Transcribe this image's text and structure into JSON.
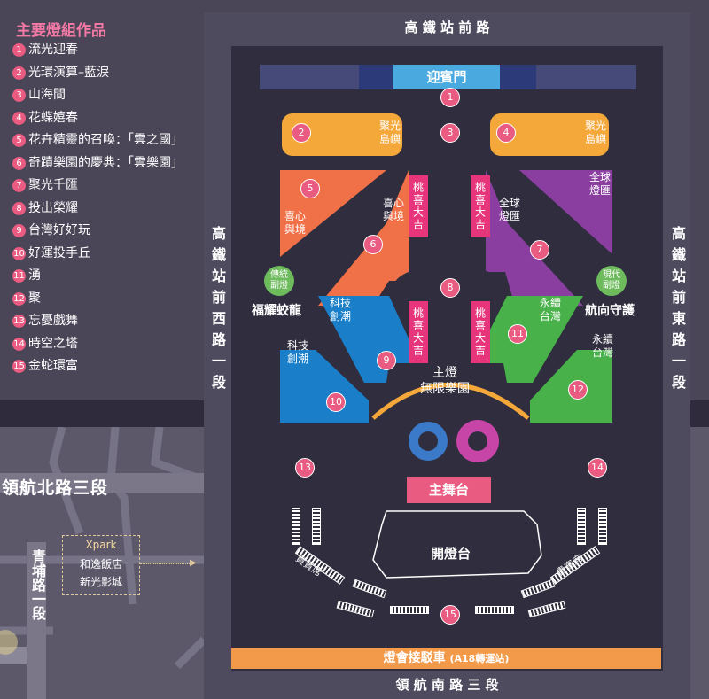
{
  "legend": {
    "title": "主要燈組作品",
    "items": [
      {
        "num": "1",
        "label": "流光迎春"
      },
      {
        "num": "2",
        "label": "光環演算–藍淚"
      },
      {
        "num": "3",
        "label": "山海間"
      },
      {
        "num": "4",
        "label": "花蝶嬉春"
      },
      {
        "num": "5",
        "label": "花卉精靈的召喚：「雲之國」"
      },
      {
        "num": "6",
        "label": "奇蹟樂園的慶典：「雲樂園」"
      },
      {
        "num": "7",
        "label": "聚光千匯"
      },
      {
        "num": "8",
        "label": "投出榮耀"
      },
      {
        "num": "9",
        "label": "台灣好好玩"
      },
      {
        "num": "10",
        "label": "好運投手丘"
      },
      {
        "num": "11",
        "label": "湧"
      },
      {
        "num": "12",
        "label": "聚"
      },
      {
        "num": "13",
        "label": "忘憂戲舞"
      },
      {
        "num": "14",
        "label": "時空之塔"
      },
      {
        "num": "15",
        "label": "金蛇環富"
      }
    ]
  },
  "roads": {
    "top": "高 鐵 站 前 路",
    "bottom": "領 航 南 路 三 段",
    "west": "高鐵站前西路一段",
    "east": "高鐵站前東路一段",
    "north3": "領航北路三段",
    "qingpu": "青埔路一段"
  },
  "xpark": {
    "line1": "Xpark",
    "line2": "和逸飯店",
    "line3": "新光影城"
  },
  "venue": {
    "gate": "迎賓門",
    "juguang": "聚光\n島嶼",
    "xixin_left": "喜心\n與境",
    "xixin_right": "喜心\n與境",
    "quanqiu_right": "全球\n燈匯",
    "quanqiu_left": "全球\n燈匯",
    "taoxi": "桃喜大吉",
    "keji1": "科技\n創潮",
    "keji2": "科技\n創潮",
    "yongxu1": "永續\n台灣",
    "yongxu2": "永續\n台灣",
    "chuantong": "傳統\n副燈",
    "xiandai": "現代\n副燈",
    "fuyao": "福耀蛟龍",
    "hangxiang": "航向守護",
    "main_lamp": "主燈\n無限樂園",
    "main_stage": "主舞台",
    "opening_stage": "開燈台",
    "guest_seat": "貴賓席",
    "shuttle": "燈會接駁車",
    "shuttle_sub": "(A18轉運站)"
  },
  "colors": {
    "orange": "#f5a83a",
    "coral": "#f07048",
    "purple": "#8a3fa0",
    "blue": "#1a7fc8",
    "green": "#48b149",
    "pink": "#e6357b",
    "gate_blue": "#4aaadf",
    "shuttle": "#f39a4a"
  }
}
